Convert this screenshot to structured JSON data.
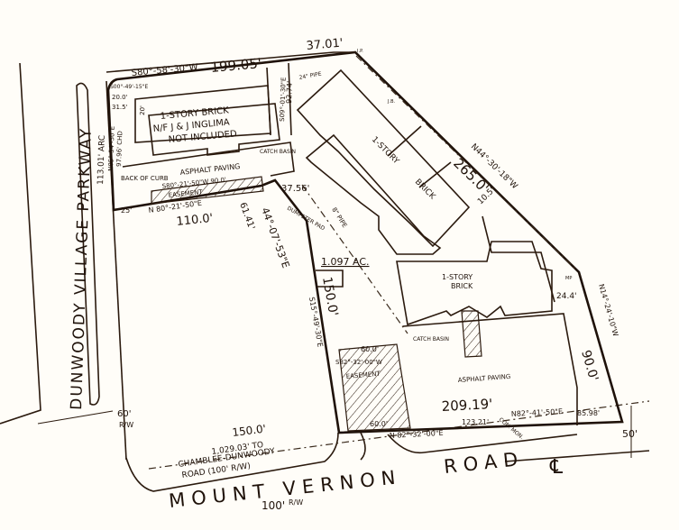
{
  "streets": {
    "parkway": "DUNWOODY VILLAGE PARKWAY",
    "parkway_rw": "60'",
    "parkway_rw_unit": "R/W",
    "road": "MOUNT VERNON",
    "road_suffix": "ROAD",
    "road_rw": "100'",
    "road_rw_unit": "R/W",
    "centerline_symbol": "℄",
    "distance_note_1": "1,029.03' TO",
    "distance_note_2": "CHAMBLEE-DUNWOODY",
    "distance_note_3": "ROAD (100' R/W)"
  },
  "bearings": {
    "top": "S80°-58'-30\"W",
    "top_dist": "199.05'",
    "top_right_dist": "37.01'",
    "ne": "N44°-30'-18\"W",
    "ne_dist": "265.0'",
    "ne_small": "10.5'",
    "east": "N14°-24'-10\"W",
    "east_dist": "90.0'",
    "east_small": "24.4'",
    "south_total": "209.19'",
    "south_b1": "N 82°-32'-00\"E",
    "south_b2": "N82°-41'-50\"E",
    "south_d1": "123.21'",
    "south_d2": "85.98'",
    "south_d3": "60.0'",
    "west_inner": "S15°-49'-30\"E",
    "west_inner_dist": "150.0'",
    "easement_top": "S82°-32'-00\"W",
    "easement_top_dist": "60.0'",
    "road_dist": "150.0'",
    "road_small": "50'",
    "angle": "44°-07'-53\"E",
    "angle_dist": "61.41'",
    "angle_small": "37.56'",
    "left_bottom": "N 80°-21'-50\"E",
    "left_bottom_dist": "110.0'",
    "left_arc": "113.01' ARC",
    "left_chord": "N05°-54'-30\"E",
    "left_chord_dist": "97.96' CHD",
    "easement_line": "S80°-21'-50\"W  90.0'",
    "corner_a": "S00°-49'-15\"E",
    "corner_b": "20.0'",
    "corner_c": "31.5'",
    "corner_d": "20'",
    "r25": "25'",
    "inner_vert": "S09°-01'-30\"E",
    "inner_vert_dist": "92.74'"
  },
  "labels": {
    "bldg_inglima_1": "1-STORY BRICK",
    "bldg_inglima_2": "N/F J & J INGLIMA",
    "bldg_inglima_3": "NOT INCLUDED",
    "catch_basin": "CATCH BASIN",
    "asphalt_paving": "ASPHALT PAVING",
    "back_of_curb": "BACK OF CURB",
    "easement": "EASEMENT",
    "story": "1-STORY",
    "brick": "BRICK",
    "bldg_south_1": "1-STORY",
    "bldg_south_2": "BRICK",
    "acreage": "1.097 AC.",
    "pipe_24": "24\" PIPE",
    "pipe_8": "8\" PIPE",
    "dumpster": "DUMPSTER PAD",
    "con_mon": "CON. MON.",
    "ip": "I.P.",
    "jb": "J.B.",
    "mp": "MP"
  },
  "colors": {
    "ink": "#1f120a",
    "paper": "#fffdf8"
  }
}
